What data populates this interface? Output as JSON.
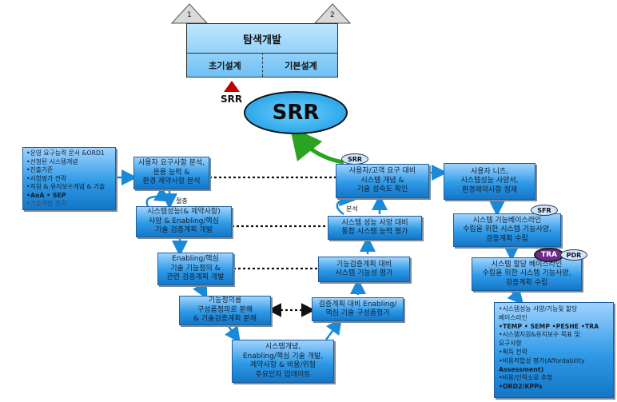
{
  "top": {
    "title": "탐색개발",
    "left": "초기설계",
    "right": "기본설계",
    "tri_left": "1",
    "tri_right": "2"
  },
  "srr_small_label": "SRR",
  "srr_big": "SRR",
  "pills": {
    "srr": "SRR",
    "sfr": "SFR",
    "tra": "TRA",
    "pdr": "PDR"
  },
  "inputs": [
    "•운영 요구능력 문서 &ORD1",
    "•선정된 시스템개념",
    "•진출기준",
    "•시험평가 전략",
    "•지원 & 유지보수개념 & 기술",
    "•AoA • SEP",
    "•기술개발 전략"
  ],
  "left_col": [
    [
      "사용자 요구사항 분석,",
      "운용 능력 &",
      "환경 제약사항 분석"
    ],
    [
      "시스템성능(& 제약사항)",
      "사양 & Enabling/핵심",
      "기술 검증계획 개발"
    ],
    [
      "Enabling/핵심",
      "기술 기능정의 &",
      "관련 검증계획 개발"
    ],
    [
      "기능정의를",
      "구성품정의로 분해",
      "& 기술검증계획 분해"
    ]
  ],
  "bottom_box": [
    "시스템개념,",
    "Enabling/핵심 기술 개발,",
    "제약사항 & 비용/위험",
    "주요인자 업데이트"
  ],
  "mid_col": [
    [
      "사용자/고객 요구 대비",
      "시스템 개념 &",
      "기술 성숙도 확인"
    ],
    [
      "시스템 성능 사양 대비",
      "통합 시스템 능력 평가"
    ],
    [
      "기능검증계획 대비",
      "시스템 기능성 평가"
    ],
    [
      "검증계획 대비 Enabling/",
      "핵심 기술 구성품평가"
    ]
  ],
  "right_col": [
    [
      "사용자 니즈,",
      "시스템성능 사양서,",
      "환경제약사항 정제"
    ],
    [
      "시스템 기능베이스라인",
      "수립을 위한 시스템 기능사양,",
      "검증계획 수립"
    ],
    [
      "시스템 할당 베이스라인",
      "수립을 위한 시스템 기능사양,",
      "검증계획 수립"
    ]
  ],
  "outputs": [
    "•시스템성능 사양/기능및 할당",
    "  베이스라인",
    "•TEMP • SEMP  •PESHE •TRA",
    "•시스템지원&유지보수 목표 및",
    "  요구사항",
    "•획득 전략",
    "•비용적합성 평가(Affordability",
    "  Assessment)",
    "•비용/인력소요 추정",
    "•ORD2/KPPs"
  ],
  "labels": {
    "loop1": "절충",
    "loop2": "분석"
  },
  "colors": {
    "box_top": "#9fd3ff",
    "box_bottom": "#1476c8",
    "srr_oval": "#27a9ee",
    "green_arrow": "#2aa321",
    "red_marker": "#c00000",
    "tra_pill": "#6b2c8a"
  }
}
